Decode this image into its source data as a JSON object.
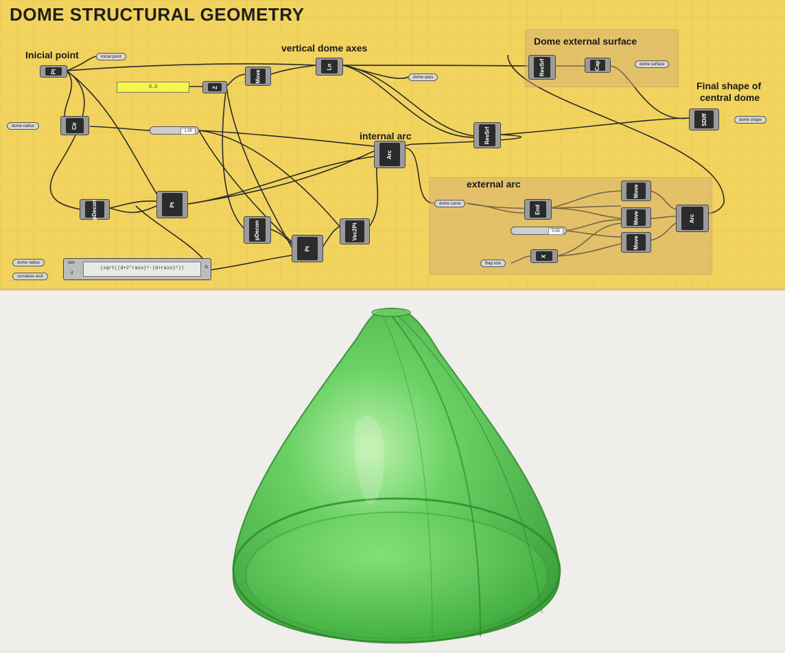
{
  "canvas": {
    "title": "DOME STRUCTURAL GEOMETRY",
    "labels": {
      "initial_point": "Inicial point",
      "vertical_axes": "vertical dome axes",
      "external_surface": "Dome external surface",
      "final_shape_1": "Final shape of",
      "final_shape_2": "central dome",
      "internal_arc": "internal arc",
      "external_arc": "external arc"
    },
    "params": {
      "inicial_point": "inicial point",
      "dome_axes": "dome axes",
      "dome_surface": "dome surface",
      "dome_shape": "dome shape",
      "dome_radius": "dome radius",
      "dome_curve": "dome curve",
      "bag_size": "Bag size",
      "dome_radius_2": "dome radius",
      "curvature_arch": "curvature arch"
    },
    "sliders": {
      "s1": "1.00",
      "s2": "0.50",
      "panel": "0..3"
    },
    "expression": {
      "inputs": [
        "raio",
        "d"
      ],
      "formula": "(sqrt((d+2*raio)^-(d+raio)^))",
      "output": "R"
    },
    "nodes": {
      "pt": "Pt",
      "cir": "Cir",
      "z": "Z",
      "move1": "Move",
      "ln": "Ln",
      "revsrf1": "RevSrf",
      "cap": "Cap",
      "sdiff": "SDiff",
      "revsrf2": "RevSrf",
      "arc1": "Arc",
      "pdecon1": "pDecon",
      "pt2": "Pt",
      "pdecon2": "pDecon",
      "pt3": "Pt",
      "vec2pt": "Vec2Pt",
      "end": "End",
      "move2": "Move",
      "move3": "Move",
      "move4": "Move",
      "arc2": "Arc",
      "x": "X"
    },
    "colors": {
      "canvas": "#f1d35e",
      "group": "#d2aa78",
      "dome": "#3fbf3f"
    }
  }
}
